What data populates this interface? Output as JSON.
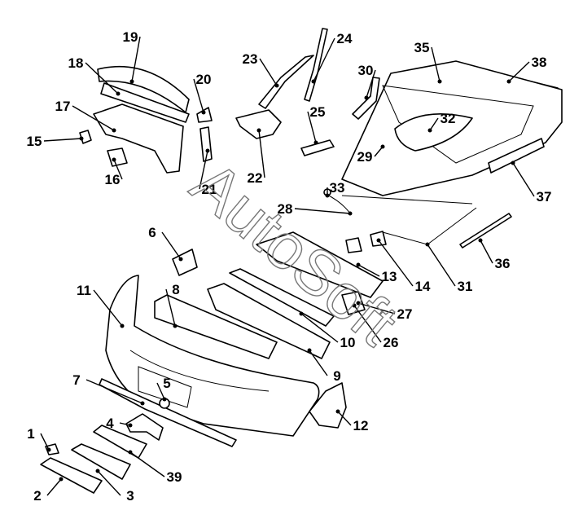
{
  "diagram": {
    "part_numbers": [
      "1",
      "2",
      "3",
      "4",
      "5",
      "6",
      "7",
      "8",
      "9",
      "10",
      "11",
      "12",
      "13",
      "14",
      "15",
      "16",
      "17",
      "18",
      "19",
      "20",
      "21",
      "22",
      "23",
      "24",
      "25",
      "26",
      "27",
      "28",
      "29",
      "30",
      "31",
      "32",
      "33",
      "35",
      "36",
      "37",
      "38",
      "39"
    ],
    "watermark": "AutoSoft",
    "colors": {
      "line": "#000000",
      "watermark": "#777777",
      "background": "#ffffff"
    }
  }
}
